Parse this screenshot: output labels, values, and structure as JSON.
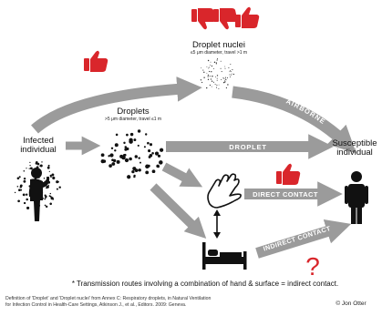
{
  "nodes": {
    "infected": {
      "line1": "Infected",
      "line2": "individual"
    },
    "susceptible": {
      "line1": "Susceptible",
      "line2": "individual"
    },
    "droplets": {
      "title": "Droplets",
      "detail": ">5 μm diameter, travel ≤1 m"
    },
    "droplet_nuclei": {
      "title": "Droplet nuclei",
      "detail": "≤5 μm diameter, travel >1 m"
    }
  },
  "routes": {
    "airborne": "AIRBORNE",
    "droplet": "DROPLET",
    "direct_contact": "DIRECT CONTACT",
    "indirect_contact": "INDIRECT CONTACT"
  },
  "footnote": "* Transmission routes involving a combination of hand & surface = indirect contact.",
  "source": {
    "line1": "Definition of 'Droplet' and 'Droplet nuclei' from Annex C: Respiratory droplets, in Natural Ventilation",
    "line2": "for Infection Control in Health-Care Settings, Atkinson J., et al., Editors. 2009: Geneva."
  },
  "credit": "© Jon Otter",
  "icons": {
    "arrows": "gray-arrow",
    "evidence_up": "thumbs-up-icon",
    "evidence_down": "thumbs-down-icon",
    "uncertain": "question-mark-icon",
    "hand": "hand-icon",
    "bed": "bed-icon",
    "person": "person-icon",
    "sneeze": "sneezing-person-icon"
  },
  "colors": {
    "arrow": "#9b9b9b",
    "thumb": "#d9262b",
    "question": "#d9262b",
    "label_text": "#ffffff"
  },
  "symbols": {
    "question": "?"
  }
}
